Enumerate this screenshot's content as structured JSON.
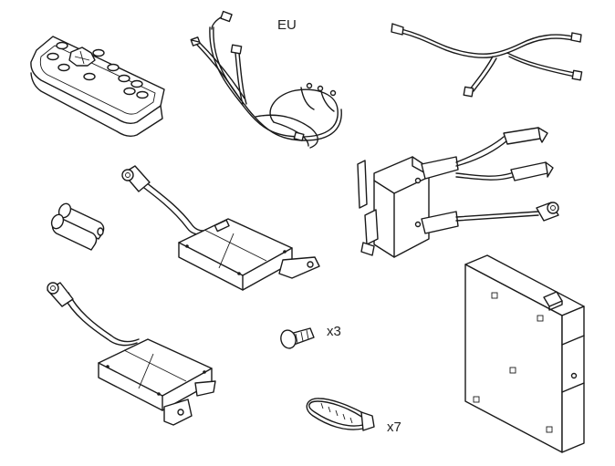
{
  "labels": {
    "region": "EU",
    "screw_qty": "x3",
    "tie_qty": "x7"
  },
  "colors": {
    "line": "#1a1a1a",
    "background": "#ffffff"
  }
}
